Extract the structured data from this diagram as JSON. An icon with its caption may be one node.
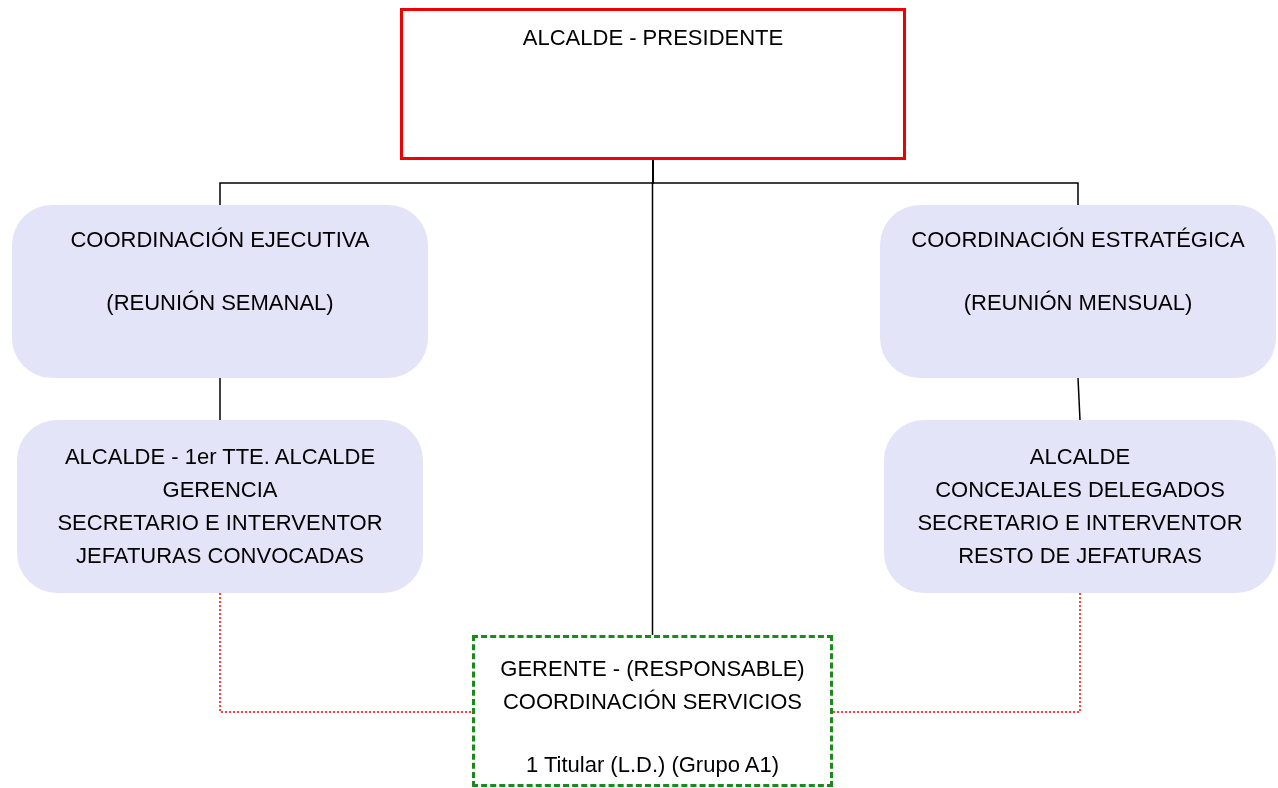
{
  "diagram": {
    "nodes": [
      {
        "text": [
          "ALCALDE - PRESIDENTE"
        ]
      },
      {
        "text": [
          "COORDINACIÓN EJECUTIVA",
          "(REUNIÓN SEMANAL)"
        ]
      },
      {
        "text": [
          "ALCALDE - 1er TTE. ALCALDE",
          "GERENCIA",
          "SECRETARIO E INTERVENTOR",
          "JEFATURAS CONVOCADAS"
        ]
      },
      {
        "text": [
          "COORDINACIÓN ESTRATÉGICA",
          "(REUNIÓN MENSUAL)"
        ]
      },
      {
        "text": [
          "ALCALDE",
          "CONCEJALES DELEGADOS",
          "SECRETARIO E INTERVENTOR",
          "RESTO DE JEFATURAS"
        ]
      },
      {
        "text": [
          "GERENTE - (RESPONSABLE) COORDINACIÓN SERVICIOS",
          "1 Titular (L.D.) (Grupo A1)"
        ]
      }
    ],
    "edges": [
      {
        "from": 0,
        "to": 1,
        "arrow": "none"
      },
      {
        "from": 0,
        "to": 3,
        "arrow": "none"
      },
      {
        "from": 0,
        "to": 5,
        "arrow": "none"
      },
      {
        "from": 1,
        "to": 2,
        "arrow": "none"
      },
      {
        "from": 3,
        "to": 4,
        "arrow": "none"
      },
      {
        "from": 2,
        "to": 5,
        "arrow": "none",
        "style": "dashed",
        "color": "#ff0000"
      },
      {
        "from": 4,
        "to": 5,
        "arrow": "none",
        "style": "dashed",
        "color": "#ff0000"
      }
    ]
  }
}
